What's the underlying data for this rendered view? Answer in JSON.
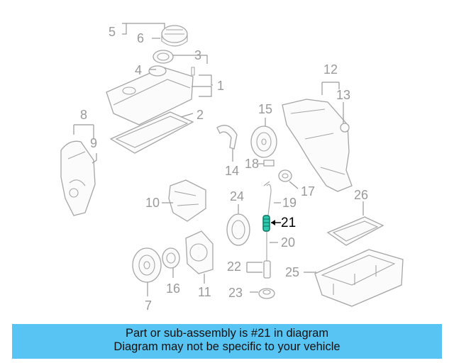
{
  "diagram": {
    "callouts": [
      "1",
      "2",
      "3",
      "4",
      "5",
      "6",
      "7",
      "8",
      "9",
      "10",
      "11",
      "12",
      "13",
      "14",
      "15",
      "16",
      "17",
      "18",
      "19",
      "20",
      "21",
      "22",
      "23",
      "24",
      "25",
      "26"
    ],
    "highlighted_callout": "21",
    "highlight_color": "#2fc9b0"
  },
  "banner": {
    "line1": "Part or sub-assembly is #21 in diagram",
    "line2": "Diagram may not be specific to your vehicle",
    "background": "#58c4f3"
  }
}
